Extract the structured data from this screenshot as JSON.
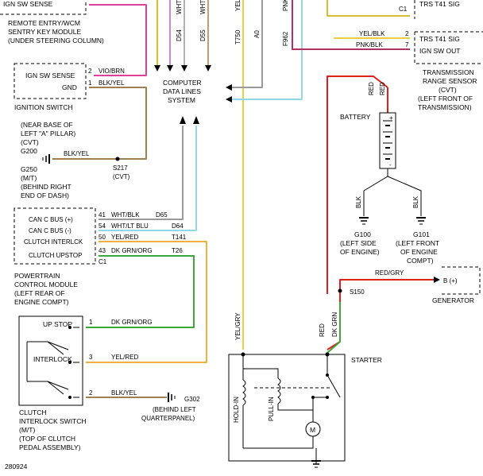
{
  "colors": {
    "pink": "#e0409a",
    "yellow": "#d6c030",
    "violet_pink": "#c84fa8",
    "black": "#000000",
    "gray": "#9a9a9a",
    "light_blue": "#8fd8e6",
    "orange": "#f0a030",
    "green": "#3aa93a",
    "red": "#e02020",
    "wire_yellow": "#e8d040",
    "brown": "#a08050",
    "magenta": "#b0306a"
  },
  "top": {
    "ign_sw_sense": "IGN SW SENSE",
    "remote_module": [
      "REMOTE ENTRY/WCM",
      "SENTRY KEY MODULE",
      "(UNDER STEERING COLUMN)"
    ],
    "wire_labels": [
      "D54",
      "D55",
      "T750",
      "A0",
      "F962"
    ],
    "wht_a": "WHT",
    "wht_b": "WHT",
    "yel": "YEL",
    "pnk": "PNK"
  },
  "trs": {
    "c1": "C1",
    "sig_top": "TRS T41 SIG",
    "yel_blk": "YEL/BLK",
    "pin2": "2",
    "sig2": "TRS T41 SIG",
    "pnk_blk": "PNK/BLK",
    "pin7": "7",
    "ign_out": "IGN SW OUT",
    "label": [
      "TRANSMISSION",
      "RANGE SENSOR",
      "(CVT)",
      "(LEFT FRONT OF",
      "TRANSMISSION)"
    ]
  },
  "ignition": {
    "ign_sw_sense": "IGN SW SENSE",
    "pin2": "2",
    "vio_brn": "VIO/BRN",
    "gnd": "GND",
    "pin1": "1",
    "blk_yel": "BLK/YEL",
    "label": "IGNITION SWITCH",
    "note": [
      "(NEAR BASE OF",
      "LEFT \"A\" PILLAR)",
      "(CVT)",
      "G200"
    ],
    "g250": [
      "G250",
      "(M/T)",
      "(BEHIND RIGHT",
      "END OF DASH)"
    ],
    "blk_yel_2": "BLK/YEL",
    "s217": "S217",
    "s217_cvt": "(CVT)"
  },
  "computer": [
    "COMPUTER",
    "DATA LINES",
    "SYSTEM"
  ],
  "battery": {
    "label": "BATTERY",
    "red_a": "RED",
    "red_b": "RED",
    "plus": "+",
    "minus": "-",
    "blk_a": "BLK",
    "blk_b": "BLK",
    "g100": [
      "G100",
      "(LEFT SIDE",
      "OF ENGINE)"
    ],
    "g101": [
      "G101",
      "(LEFT FRONT",
      "OF ENGINE",
      "COMPT)"
    ]
  },
  "pcm": {
    "rows": [
      {
        "name": "CAN C BUS (+)",
        "pin": "41",
        "wire": "WHT/BLK",
        "circuit": "D65"
      },
      {
        "name": "CAN C BUS (-)",
        "pin": "54",
        "wire": "WHT/LT BLU",
        "circuit": "D64"
      },
      {
        "name": "CLUTCH INTERLCK",
        "pin": "50",
        "wire": "YEL/RED",
        "circuit": "T141"
      },
      {
        "name": "CLUTCH UPSTOP",
        "pin": "43",
        "wire": "DK GRN/ORG",
        "circuit": "T26"
      }
    ],
    "c1": "C1",
    "label": [
      "POWERTRAIN",
      "CONTROL MODULE",
      "(LEFT REAR OF",
      "ENGINE COMPT)"
    ]
  },
  "generator": {
    "red_gry": "RED/GRY",
    "b_plus": "B (+)",
    "label": "GENERATOR",
    "s150": "S150"
  },
  "clutch": {
    "up_stop": "UP STOP",
    "interlock": "INTERLOCK",
    "pin1": "1",
    "pin3": "3",
    "pin2": "2",
    "dk_grn_org": "DK GRN/ORG",
    "yel_red": "YEL/RED",
    "blk_yel": "BLK/YEL",
    "g302": "G302",
    "g302_note": [
      "(BEHIND LEFT",
      "QUARTERPANEL)"
    ],
    "label": [
      "CLUTCH",
      "INTERLOCK SWITCH",
      "(M/T)",
      "(TOP OF CLUTCH",
      "PEDAL ASSEMBLY)"
    ]
  },
  "starter": {
    "yel_gry": "YEL/GRY",
    "red": "RED",
    "dk_grn": "DK GRN",
    "label": "STARTER",
    "hold_in": "HOLD-IN",
    "pull_in": "PULL-IN",
    "motor": "M"
  },
  "figure_id": "280924"
}
